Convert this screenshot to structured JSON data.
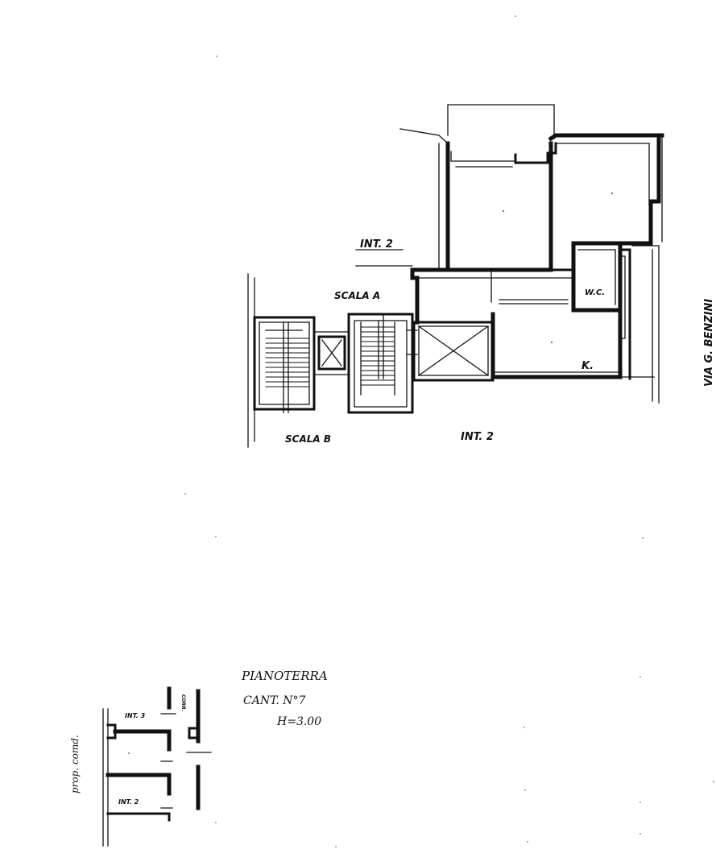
{
  "plan": {
    "label_int2_upper": "INT. 2",
    "label_int2_lower": "INT. 2",
    "label_scala_a": "SCALA A",
    "label_scala_b": "SCALA B",
    "label_wc": "W.C.",
    "label_k": "K.",
    "label_street": "VIA G. BENZINI"
  },
  "title_block": {
    "floor": "PIANOTERRA",
    "cantina": "CANT. N°7",
    "height": "H=3.00"
  },
  "key_plan": {
    "prop_comd": "prop. comd.",
    "int3": "INT. 3",
    "int2": "INT. 2",
    "corr": "CORR."
  }
}
